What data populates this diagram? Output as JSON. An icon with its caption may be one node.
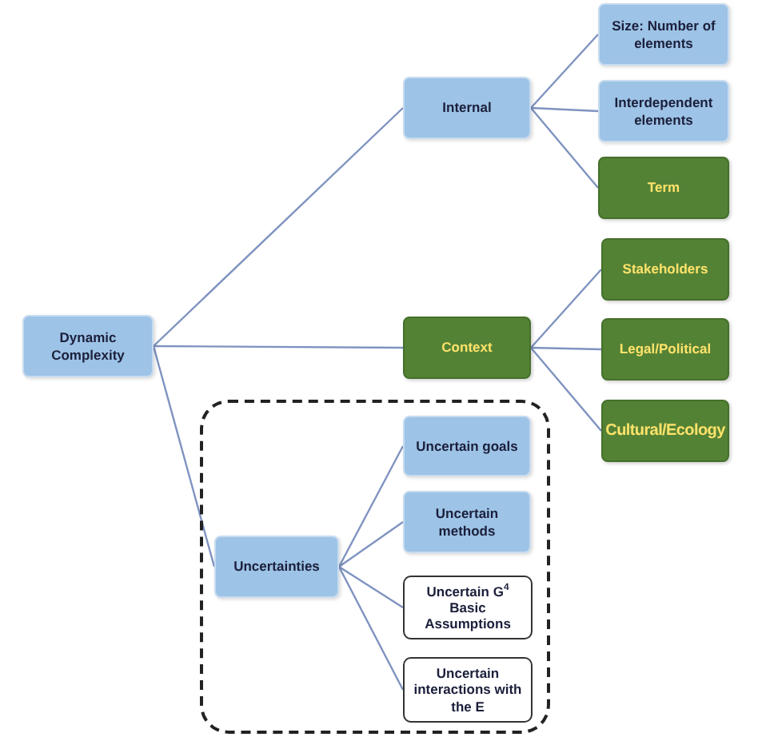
{
  "diagram": {
    "nodes": [
      {
        "text": [
          "Dynamic Complexity"
        ]
      },
      {
        "text": [
          "Internal"
        ]
      },
      {
        "text": [
          "Size: Number of elements"
        ]
      },
      {
        "text": [
          "Interdependent elements"
        ]
      },
      {
        "text": [
          "Term"
        ]
      },
      {
        "text": [
          "Context"
        ]
      },
      {
        "text": [
          "Stakeholders"
        ]
      },
      {
        "text": [
          "Legal/Political"
        ]
      },
      {
        "text": [
          "Cultural/Ecology"
        ]
      },
      {
        "text": [],
        "shape": "box"
      },
      {
        "text": [
          "Uncertainties"
        ],
        "in": 9
      },
      {
        "text": [
          "Uncertain goals"
        ],
        "in": 9
      },
      {
        "text": [
          "Uncertain methods"
        ],
        "in": 9
      },
      {
        "text": [
          "Uncertain G$^{4}$ Basic Assumptions"
        ],
        "in": 9
      },
      {
        "text": [
          "Uncertain interactions with the E"
        ],
        "in": 9
      }
    ],
    "edges": [
      {
        "from": 0,
        "to": 1,
        "arrow": "none"
      },
      {
        "from": 0,
        "to": 5,
        "arrow": "none"
      },
      {
        "from": 0,
        "to": 10,
        "arrow": "none"
      },
      {
        "from": 1,
        "to": 2,
        "arrow": "none"
      },
      {
        "from": 1,
        "to": 3,
        "arrow": "none"
      },
      {
        "from": 1,
        "to": 4,
        "arrow": "none"
      },
      {
        "from": 5,
        "to": 6,
        "arrow": "none"
      },
      {
        "from": 5,
        "to": 7,
        "arrow": "none"
      },
      {
        "from": 5,
        "to": 8,
        "arrow": "none"
      },
      {
        "from": 10,
        "to": 11,
        "arrow": "none"
      },
      {
        "from": 10,
        "to": 12,
        "arrow": "none"
      },
      {
        "from": 10,
        "to": 13,
        "arrow": "none"
      },
      {
        "from": 10,
        "to": 14,
        "arrow": "none"
      }
    ]
  }
}
